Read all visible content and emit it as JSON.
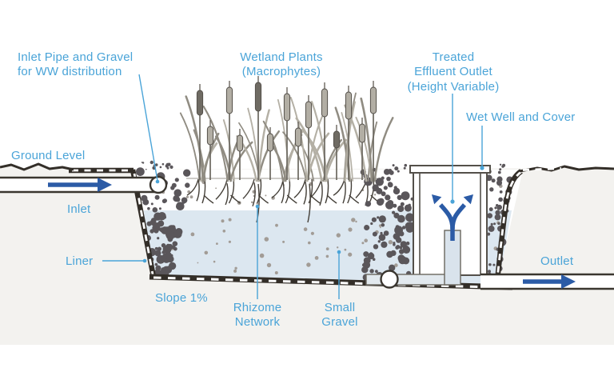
{
  "labels": {
    "inlet_pipe": "Inlet Pipe and Gravel\nfor WW distribution",
    "ground_level": "Ground Level",
    "wetland_plants": "Wetland Plants\n(Macrophytes)",
    "treated_effluent": "Treated\nEffluent Outlet\n(Height Variable)",
    "wet_well": "Wet Well and Cover",
    "inlet": "Inlet",
    "liner": "Liner",
    "slope": "Slope 1%",
    "rhizome": "Rhizome\nNetwork",
    "small_gravel": "Small\nGravel",
    "outlet": "Outlet"
  },
  "colors": {
    "label_blue": "#4aa4d8",
    "arrow_blue": "#2b5ba6",
    "water": "#dce7f0",
    "soil": "#f3f2ef",
    "liner": "#332e28",
    "coarse_gravel": "#5a565a",
    "small_gravel_dots": "#a29c96",
    "plant_light": "#b2aea4",
    "plant_dark": "#6f6b63"
  }
}
